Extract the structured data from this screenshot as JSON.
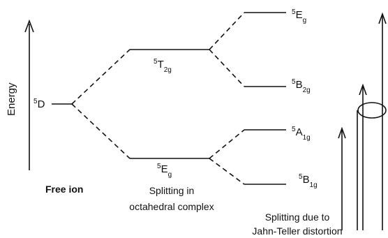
{
  "axis": {
    "energy_label": "Energy"
  },
  "levels": {
    "free_ion": {
      "sup": "5",
      "main": "D",
      "sub": ""
    },
    "oct_upper": {
      "sup": "5",
      "main": "T",
      "sub": "2g"
    },
    "oct_lower": {
      "sup": "5",
      "main": "E",
      "sub": "g"
    },
    "jt_1": {
      "sup": "5",
      "main": "E",
      "sub": "g"
    },
    "jt_2": {
      "sup": "5",
      "main": "B",
      "sub": "2g"
    },
    "jt_3": {
      "sup": "5",
      "main": "A",
      "sub": "1g"
    },
    "jt_4": {
      "sup": "5",
      "main": "B",
      "sub": "1g"
    }
  },
  "captions": {
    "free_ion": "Free ion",
    "octahedral_line1": "Splitting in",
    "octahedral_line2": "octahedral complex",
    "jahn_teller_line1": "Splitting due to",
    "jahn_teller_line2": "Jahn-Teller distortion"
  }
}
